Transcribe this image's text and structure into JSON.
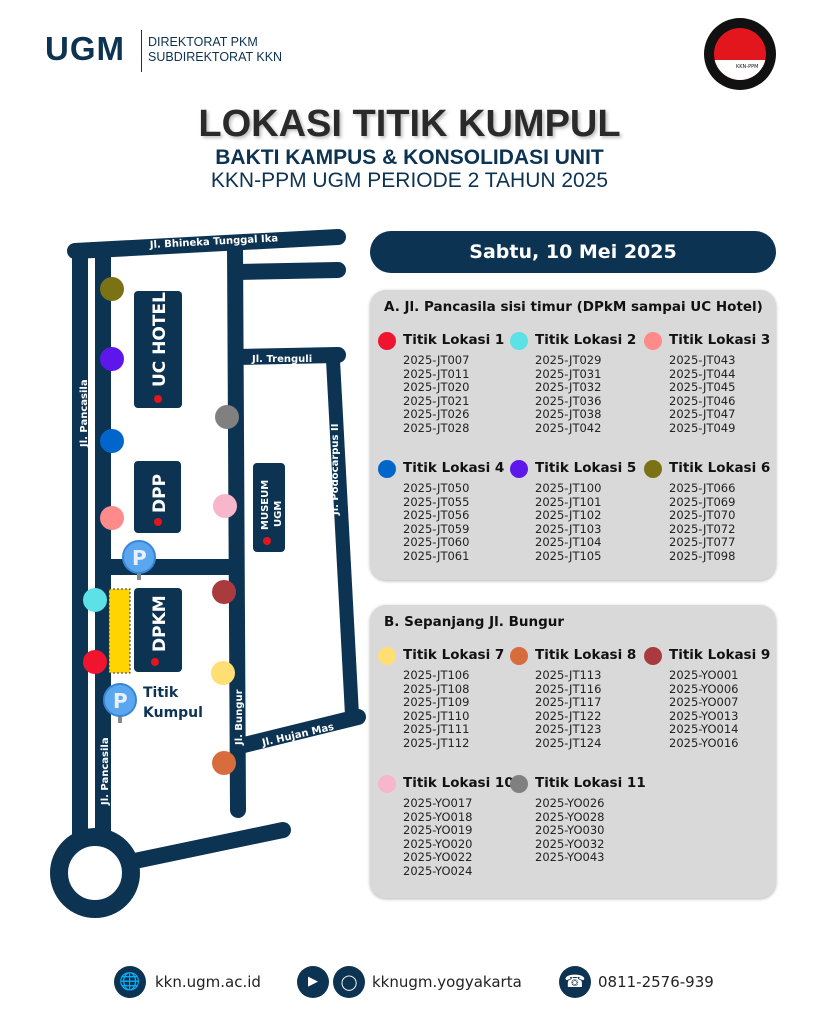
{
  "header": {
    "logo": "UGM",
    "org_line1": "DIREKTORAT PKM",
    "org_line2": "SUBDIREKTORAT KKN",
    "seal_text": "KKN-PPM",
    "title": "LOKASI TITIK KUMPUL",
    "subtitle": "BAKTI KAMPUS & KONSOLIDASI UNIT",
    "subtitle2": "KKN-PPM UGM PERIODE 2 TAHUN 2025"
  },
  "map": {
    "roads": {
      "bhineka": "Jl. Bhineka Tunggal Ika",
      "trenguli": "Jl. Trenguli",
      "pancasila_top": "Jl. Pancasila",
      "pancasila_bottom": "Jl. Pancasila",
      "podocarpus": "Jl. Podocarpus II",
      "bungur": "Jl. Bungur",
      "hujan_mas": "Jl. Hujan Mas"
    },
    "buildings": {
      "uc_hotel": "UC HOTEL",
      "dpp": "DPP",
      "museum_line1": "MUSEUM",
      "museum_line2": "UGM",
      "dpkm": "DPKM"
    },
    "meeting_point_line1": "Titik",
    "meeting_point_line2": "Kumpul",
    "road_color": "#0d3352",
    "meeting_area_color": "#ffd400"
  },
  "date": "Sabtu, 10 Mei 2025",
  "sections": [
    {
      "title": "A. Jl. Pancasila sisi timur (DPkM sampai UC Hotel)",
      "locations": [
        {
          "name": "Titik Lokasi 1",
          "color": "#f0142f",
          "codes": [
            "2025-JT007",
            "2025-JT011",
            "2025-JT020",
            "2025-JT021",
            "2025-JT026",
            "2025-JT028"
          ]
        },
        {
          "name": "Titik Lokasi 2",
          "color": "#5ce1e6",
          "codes": [
            "2025-JT029",
            "2025-JT031",
            "2025-JT032",
            "2025-JT036",
            "2025-JT038",
            "2025-JT042"
          ]
        },
        {
          "name": "Titik Lokasi 3",
          "color": "#ff8a8a",
          "codes": [
            "2025-JT043",
            "2025-JT044",
            "2025-JT045",
            "2025-JT046",
            "2025-JT047",
            "2025-JT049"
          ]
        },
        {
          "name": "Titik Lokasi 4",
          "color": "#0066cc",
          "codes": [
            "2025-JT050",
            "2025-JT055",
            "2025-JT056",
            "2025-JT059",
            "2025-JT060",
            "2025-JT061"
          ]
        },
        {
          "name": "Titik Lokasi 5",
          "color": "#5e17eb",
          "codes": [
            "2025-JT100",
            "2025-JT101",
            "2025-JT102",
            "2025-JT103",
            "2025-JT104",
            "2025-JT105"
          ]
        },
        {
          "name": "Titik Lokasi 6",
          "color": "#7b7216",
          "codes": [
            "2025-JT066",
            "2025-JT069",
            "2025-JT070",
            "2025-JT072",
            "2025-JT077",
            "2025-JT098"
          ]
        }
      ]
    },
    {
      "title": "B. Sepanjang Jl. Bungur",
      "locations": [
        {
          "name": "Titik Lokasi 7",
          "color": "#ffde73",
          "codes": [
            "2025-JT106",
            "2025-JT108",
            "2025-JT109",
            "2025-JT110",
            "2025-JT111",
            "2025-JT112"
          ]
        },
        {
          "name": "Titik Lokasi 8",
          "color": "#d86c3c",
          "codes": [
            "2025-JT113",
            "2025-JT116",
            "2025-JT117",
            "2025-JT122",
            "2025-JT123",
            "2025-JT124"
          ]
        },
        {
          "name": "Titik Lokasi 9",
          "color": "#a93b3f",
          "codes": [
            "2025-YO001",
            "2025-YO006",
            "2025-YO007",
            "2025-YO013",
            "2025-YO014",
            "2025-YO016"
          ]
        },
        {
          "name": "Titik Lokasi 10",
          "color": "#f7b6c9",
          "codes": [
            "2025-YO017",
            "2025-YO018",
            "2025-YO019",
            "2025-YO020",
            "2025-YO022",
            "2025-YO024"
          ]
        },
        {
          "name": "Titik Lokasi 11",
          "color": "#808080",
          "codes": [
            "2025-YO026",
            "2025-YO028",
            "2025-YO030",
            "2025-YO032",
            "2025-YO043"
          ]
        }
      ]
    }
  ],
  "footer": {
    "website": "kkn.ugm.ac.id",
    "website_icon": "globe-icon",
    "social": "kknugm.yogyakarta",
    "social_icons": [
      "youtube-icon",
      "instagram-icon"
    ],
    "phone": "0811-2576-939",
    "phone_icon": "phone-icon"
  }
}
